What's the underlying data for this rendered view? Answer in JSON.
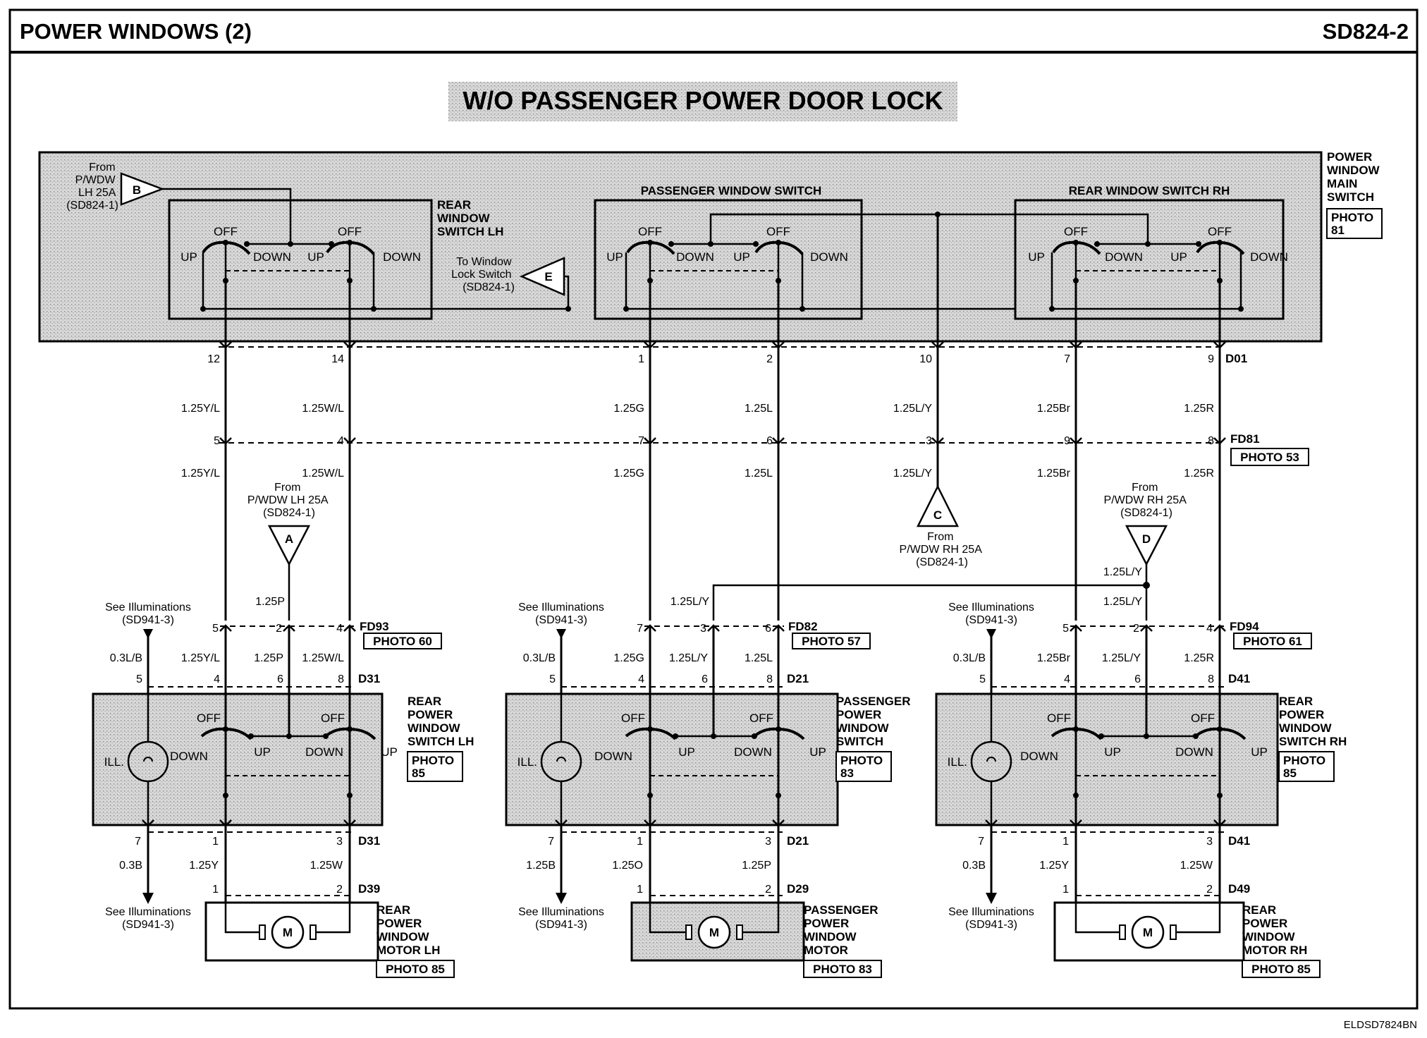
{
  "header": {
    "title": "POWER WINDOWS (2)",
    "code": "SD824-2"
  },
  "subtitle": "W/O PASSENGER POWER DOOR LOCK",
  "footer": {
    "code": "ELDSD7824BN"
  },
  "main_switch": {
    "name_lines": [
      "POWER",
      "WINDOW",
      "MAIN",
      "SWITCH"
    ],
    "photo_lines": [
      "PHOTO",
      "81"
    ],
    "connector": "D01",
    "rear_lh_lines": [
      "REAR",
      "WINDOW",
      "SWITCH LH"
    ],
    "passenger_title": "PASSENGER WINDOW SWITCH",
    "rear_rh_title": "REAR WINDOW SWITCH RH",
    "from_b_lines": [
      "From",
      "P/WDW",
      "LH 25A",
      "(SD824-1)"
    ],
    "to_e_lines": [
      "To Window",
      "Lock Switch",
      "(SD824-1)"
    ]
  },
  "switch_labels": {
    "off": "OFF",
    "up": "UP",
    "down": "DOWN",
    "ill": "ILL."
  },
  "refs": {
    "a": "A",
    "b": "B",
    "c": "C",
    "d": "D",
    "e": "E"
  },
  "main_pins": [
    "12",
    "14",
    "1",
    "2",
    "10",
    "7",
    "9"
  ],
  "wires_top": [
    "1.25Y/L",
    "1.25W/L",
    "1.25G",
    "1.25L",
    "1.25L/Y",
    "1.25Br",
    "1.25R"
  ],
  "fd81": {
    "pins": [
      "5",
      "4",
      "7",
      "6",
      "3",
      "9",
      "8"
    ],
    "name": "FD81",
    "photo": "PHOTO 53"
  },
  "wires_mid": [
    "1.25Y/L",
    "1.25W/L",
    "1.25G",
    "1.25L",
    "1.25L/Y",
    "1.25Br",
    "1.25R"
  ],
  "from_a_lines": [
    "From",
    "P/WDW LH 25A",
    "(SD824-1)"
  ],
  "from_c_lines": [
    "From",
    "P/WDW RH 25A",
    "(SD824-1)"
  ],
  "from_d_lines": [
    "From",
    "P/WDW RH 25A",
    "(SD824-1)"
  ],
  "illum_lines": [
    "See Illuminations",
    "(SD941-3)"
  ],
  "splice_labels": {
    "a": "1.25P",
    "pass": "1.25L/Y",
    "d_top": "1.25L/Y",
    "d_bot": "1.25L/Y"
  },
  "modules": [
    {
      "fd_name": "FD93",
      "fd_photo": "PHOTO 60",
      "fd_pins": [
        "5",
        "2",
        "4"
      ],
      "ill_wire": "0.3L/B",
      "wires": [
        "1.25Y/L",
        "1.25P",
        "1.25W/L"
      ],
      "sw_conn": "D31",
      "sw_top_pins": [
        "5",
        "4",
        "6",
        "8"
      ],
      "sw_name": [
        "REAR",
        "POWER",
        "WINDOW",
        "SWITCH LH"
      ],
      "sw_photo": [
        "PHOTO",
        "85"
      ],
      "sw_bot_pins": [
        "7",
        "1",
        "3"
      ],
      "sw_bot_conn": "D31",
      "gnd_wire": "0.3B",
      "mot_wires": [
        "1.25Y",
        "1.25W"
      ],
      "mot_conn": "D39",
      "mot_pins": [
        "1",
        "2"
      ],
      "mot_name": [
        "REAR",
        "POWER",
        "WINDOW",
        "MOTOR LH"
      ],
      "mot_photo": "PHOTO 85",
      "motor_symbol": "M"
    },
    {
      "fd_name": "FD82",
      "fd_photo": "PHOTO 57",
      "fd_pins": [
        "7",
        "3",
        "6"
      ],
      "ill_wire": "0.3L/B",
      "wires": [
        "1.25G",
        "1.25L/Y",
        "1.25L"
      ],
      "sw_conn": "D21",
      "sw_top_pins": [
        "5",
        "4",
        "6",
        "8"
      ],
      "sw_name": [
        "PASSENGER",
        "POWER",
        "WINDOW",
        "SWITCH"
      ],
      "sw_photo": [
        "PHOTO",
        "83"
      ],
      "sw_bot_pins": [
        "7",
        "1",
        "3"
      ],
      "sw_bot_conn": "D21",
      "gnd_wire": "1.25B",
      "mot_wires": [
        "1.25O",
        "1.25P"
      ],
      "mot_conn": "D29",
      "mot_pins": [
        "1",
        "2"
      ],
      "mot_name": [
        "PASSENGER",
        "POWER",
        "WINDOW",
        "MOTOR"
      ],
      "mot_photo": "PHOTO 83",
      "motor_symbol": "M"
    },
    {
      "fd_name": "FD94",
      "fd_photo": "PHOTO 61",
      "fd_pins": [
        "5",
        "2",
        "4"
      ],
      "ill_wire": "0.3L/B",
      "wires": [
        "1.25Br",
        "1.25L/Y",
        "1.25R"
      ],
      "sw_conn": "D41",
      "sw_top_pins": [
        "5",
        "4",
        "6",
        "8"
      ],
      "sw_name": [
        "REAR",
        "POWER",
        "WINDOW",
        "SWITCH RH"
      ],
      "sw_photo": [
        "PHOTO",
        "85"
      ],
      "sw_bot_pins": [
        "7",
        "1",
        "3"
      ],
      "sw_bot_conn": "D41",
      "gnd_wire": "0.3B",
      "mot_wires": [
        "1.25Y",
        "1.25W"
      ],
      "mot_conn": "D49",
      "mot_pins": [
        "1",
        "2"
      ],
      "mot_name": [
        "REAR",
        "POWER",
        "WINDOW",
        "MOTOR RH"
      ],
      "mot_photo": "PHOTO 85",
      "motor_symbol": "M"
    }
  ]
}
